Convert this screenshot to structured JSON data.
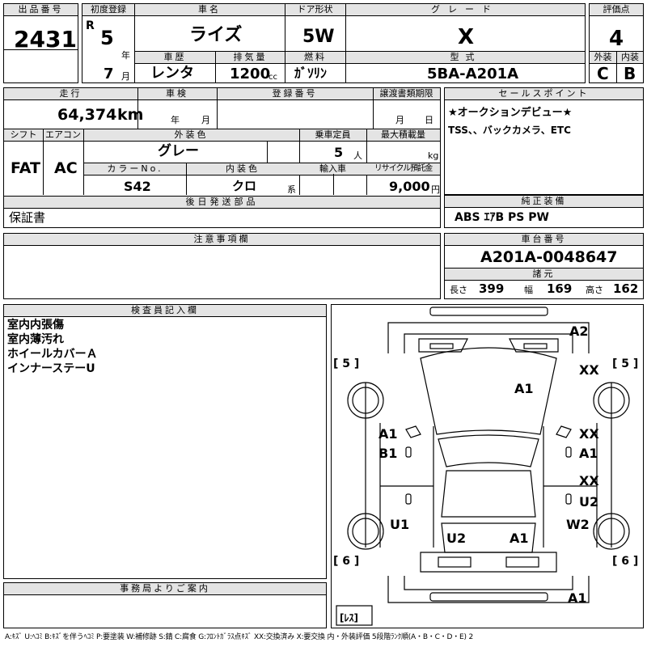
{
  "top": {
    "lot_no_label": "出品番号",
    "lot_no": "2431",
    "first_reg_label": "初度登録",
    "era": "R",
    "reg_year": "5",
    "year_unit": "年",
    "reg_month": "7",
    "month_unit": "月",
    "car_name_label": "車名",
    "car_name": "ライズ",
    "door_label": "ドア形状",
    "door": "5W",
    "grade_label": "グレード",
    "grade": "X",
    "score_label": "評価点",
    "score": "4",
    "history_label": "車歴",
    "history": "レンタ",
    "displacement_label": "排気量",
    "displacement": "1200",
    "displacement_unit": "cc",
    "fuel_label": "燃料",
    "fuel": "ｶﾞｿﾘﾝ",
    "model_label": "型式",
    "model": "5BA-A201A",
    "exterior_label": "外装",
    "exterior_grade": "C",
    "interior_label": "内装",
    "interior_grade": "B"
  },
  "mid": {
    "mileage_label": "走行",
    "mileage": "64,374",
    "mileage_unit": "km",
    "inspection_label": "車検",
    "inspection_year_unit": "年",
    "inspection_month_unit": "月",
    "plate_label": "登録番号",
    "transfer_label": "譲渡書類期限",
    "transfer_month_unit": "月",
    "transfer_day_unit": "日",
    "shift_label": "シフト",
    "shift": "FAT",
    "ac_label": "エアコン",
    "ac": "AC",
    "ext_color_label": "外装色",
    "ext_color": "グレー",
    "capacity_label": "乗車定員",
    "capacity": "5",
    "capacity_unit": "人",
    "max_load_label": "最大積載量",
    "max_load_unit": "kg",
    "color_no_label": "カラーNo.",
    "color_no": "S42",
    "int_color_label": "内装色",
    "int_color": "クロ",
    "int_color_unit": "系",
    "import_label": "輸入車",
    "recycle_label": "リサイクル預託金",
    "recycle": "9,000",
    "recycle_unit": "円",
    "later_parts_label": "後日発送部品",
    "later_parts": "保証書",
    "selling_label": "セールスポイント",
    "selling_lines": [
      "★オークションデビュー★",
      "TSS、、バックカメラ、ETC"
    ],
    "equipment_label": "純正装備",
    "equipment": "ABS ｴｱB PS PW"
  },
  "notes": {
    "label": "注意事項欄"
  },
  "chassis": {
    "label": "車台番号",
    "number": "A201A-0048647",
    "spec_label": "諸元",
    "length_label": "長さ",
    "length": "399",
    "width_label": "幅",
    "width": "169",
    "height_label": "高さ",
    "height": "162"
  },
  "inspector": {
    "label": "検査員記入欄",
    "lines": [
      "室内内張傷",
      "室内薄汚れ",
      "ホイールカバーＡ",
      "インナーステーU"
    ]
  },
  "office": {
    "label": "事務局よりご案内"
  },
  "diagram": {
    "tire_fl": "[ 5 ]",
    "tire_fr": "[ 5 ]",
    "tire_rl": "[ 6 ]",
    "tire_rr": "[ 6 ]",
    "spare": "[ﾚｽ]",
    "marks": {
      "front_bumper": "A2",
      "hood": "A1",
      "fr_fender": "XX",
      "l_front_door_1": "A1",
      "l_front_door_2": "B1",
      "r_front_door_1": "XX",
      "r_front_door_2": "A1",
      "r_rear_door_1": "XX",
      "r_rear_door_2": "U2",
      "l_quarter": "U1",
      "r_quarter": "W2",
      "back_door_l": "U2",
      "back_door_r": "A1",
      "rear_bumper": "A1"
    }
  },
  "legend": "A:ｷｽﾞ U:ﾍｺﾐ B:ｷｽﾞを伴うﾍｺﾐ P:要塗装 W:補修跡 S:錆 C:腐食 G:ﾌﾛﾝﾄｶﾞﾗｽ点ｷｽﾞ XX:交換済み X:要交換 内・外装評価 5段階ﾗﾝｸ順(A・B・C・D・E) 2"
}
